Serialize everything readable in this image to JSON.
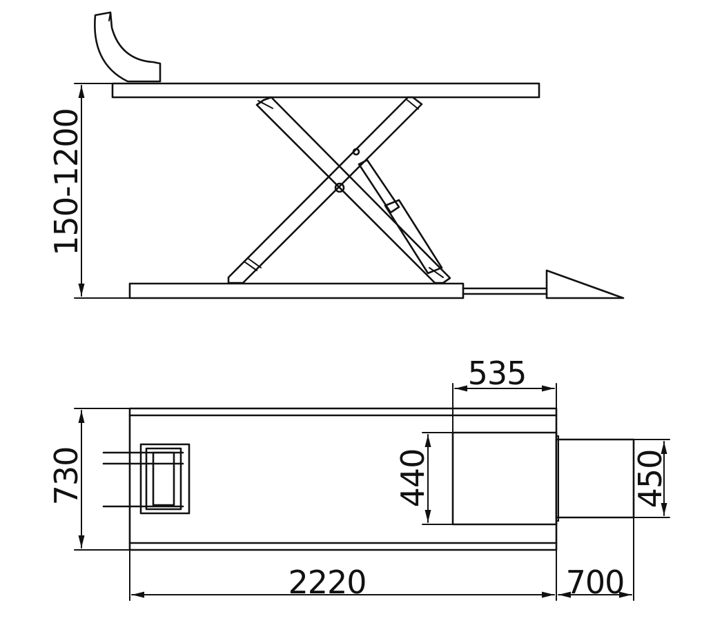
{
  "colors": {
    "line": "#111111",
    "background": "#ffffff"
  },
  "side_view": {
    "height_range": "150-1200"
  },
  "top_view": {
    "overall_width": "730",
    "overall_length": "2220",
    "ramp_length": "700",
    "pedestal_length": "535",
    "pedestal_width": "440",
    "ramp_width": "450"
  }
}
